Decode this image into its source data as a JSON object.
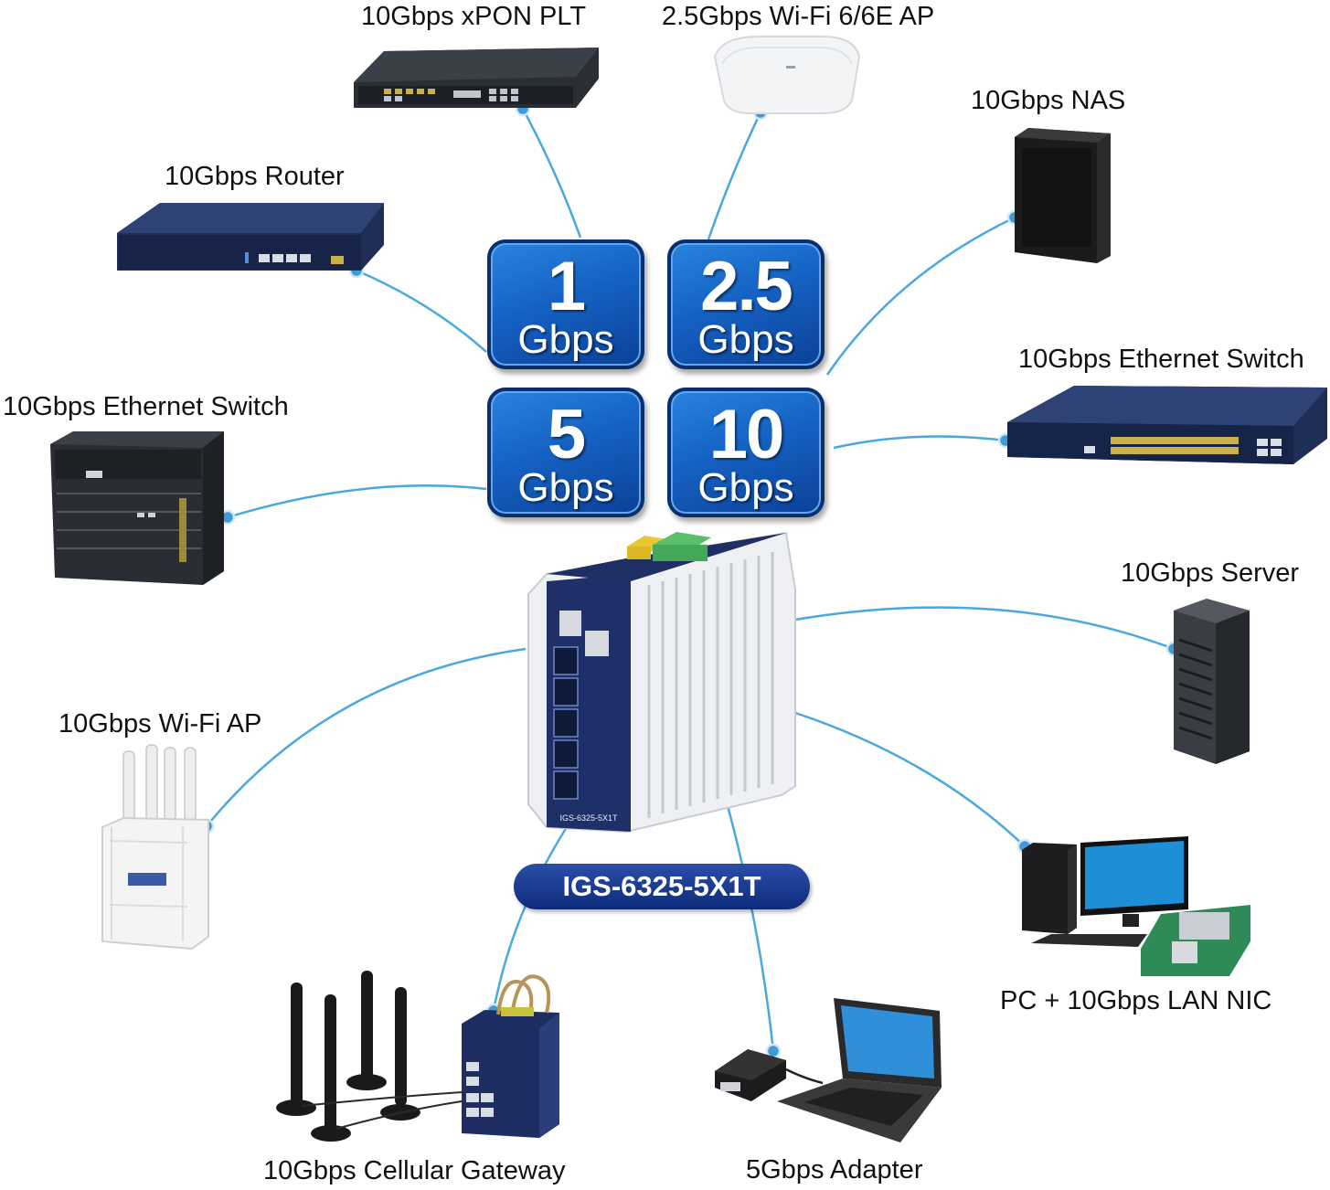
{
  "center_device": {
    "model": "IGS-6325-5X1T",
    "front_label": "IGS-6325-5X1T"
  },
  "speed_tiles": [
    {
      "value": "1",
      "unit": "Gbps"
    },
    {
      "value": "2.5",
      "unit": "Gbps"
    },
    {
      "value": "5",
      "unit": "Gbps"
    },
    {
      "value": "10",
      "unit": "Gbps"
    }
  ],
  "devices": {
    "xpon_plt": "10Gbps xPON PLT",
    "wifi6_ap": "2.5Gbps Wi-Fi 6/6E AP",
    "nas": "10Gbps NAS",
    "router": "10Gbps Router",
    "switch_left": "10Gbps Ethernet Switch",
    "switch_right": "10Gbps Ethernet Switch",
    "server": "10Gbps Server",
    "wifi_ap": "10Gbps Wi-Fi AP",
    "pc_nic": "PC + 10Gbps LAN NIC",
    "cellular_gateway": "10Gbps Cellular Gateway",
    "adapter_5g": "5Gbps Adapter"
  },
  "colors": {
    "link_line": "#4aa8e0",
    "tile_blue": "#1562c4",
    "pill_navy": "#0e2b7a"
  }
}
